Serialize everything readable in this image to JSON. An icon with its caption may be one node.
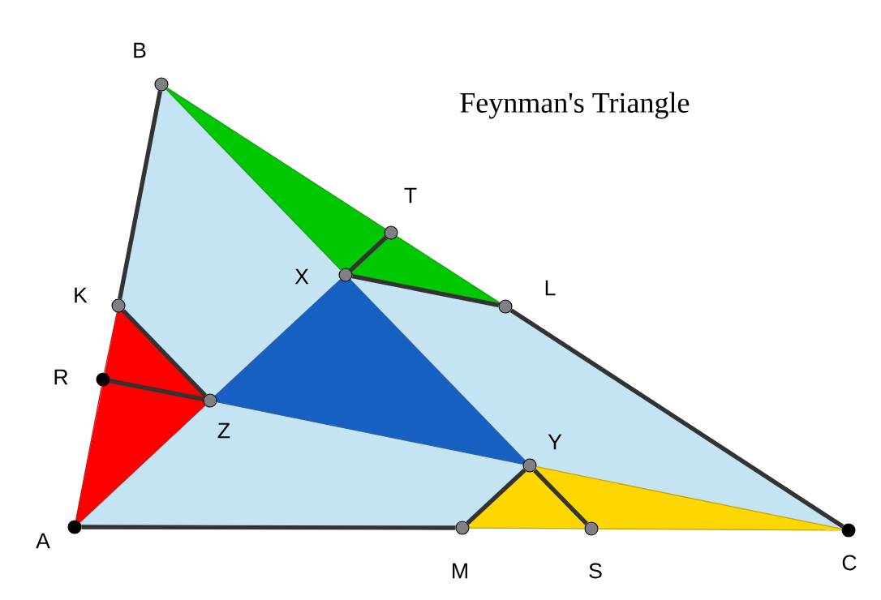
{
  "diagram": {
    "title": "Feynman's Triangle",
    "nodes": [
      {
        "text": [],
        "shape": "circle",
        "beside": [
          "B"
        ]
      },
      {
        "text": [],
        "shape": "circle",
        "beside": [
          "T"
        ]
      },
      {
        "text": [],
        "shape": "circle",
        "beside": [
          "X"
        ]
      },
      {
        "text": [],
        "shape": "circle",
        "beside": [
          "K"
        ]
      },
      {
        "text": [],
        "shape": "circle",
        "beside": [
          "L"
        ]
      },
      {
        "text": [],
        "shape": "circle",
        "beside": [
          "R"
        ]
      },
      {
        "text": [],
        "shape": "circle",
        "beside": [
          "Z"
        ]
      },
      {
        "text": [],
        "shape": "circle",
        "beside": [
          "Y"
        ]
      },
      {
        "text": [],
        "shape": "circle",
        "beside": [
          "A"
        ]
      },
      {
        "text": [],
        "shape": "circle",
        "beside": [
          "M"
        ]
      },
      {
        "text": [],
        "shape": "circle",
        "beside": [
          "S"
        ]
      },
      {
        "text": [],
        "shape": "circle",
        "beside": [
          "C"
        ]
      }
    ],
    "edges": [
      {
        "from": 0,
        "to": 3,
        "arrow": "none",
        "style": "thick"
      },
      {
        "from": 3,
        "to": 6,
        "arrow": "none",
        "style": "thick"
      },
      {
        "from": 5,
        "to": 6,
        "arrow": "none",
        "style": "thick"
      },
      {
        "from": 2,
        "to": 1,
        "arrow": "none",
        "style": "thick"
      },
      {
        "from": 2,
        "to": 4,
        "arrow": "none",
        "style": "thick"
      },
      {
        "from": 4,
        "to": 11,
        "arrow": "none",
        "style": "thick"
      },
      {
        "from": 8,
        "to": 9,
        "arrow": "none",
        "style": "thick"
      },
      {
        "from": 9,
        "to": 7,
        "arrow": "none",
        "style": "thick"
      },
      {
        "from": 7,
        "to": 10,
        "arrow": "none",
        "style": "thick"
      },
      {
        "from": 8,
        "to": 5,
        "arrow": "none",
        "color": "#c81414"
      },
      {
        "from": 5,
        "to": 3,
        "arrow": "none",
        "color": "#c81414"
      },
      {
        "from": 8,
        "to": 6,
        "arrow": "none",
        "color": "#c81414"
      },
      {
        "from": 0,
        "to": 1,
        "arrow": "none",
        "color": "#1a9e1a"
      },
      {
        "from": 1,
        "to": 4,
        "arrow": "none",
        "color": "#1a9e1a"
      },
      {
        "from": 0,
        "to": 2,
        "arrow": "none",
        "color": "#1a9e1a"
      },
      {
        "from": 6,
        "to": 2,
        "arrow": "none",
        "color": "#2a60a8"
      },
      {
        "from": 2,
        "to": 7,
        "arrow": "none",
        "color": "#2a60a8"
      },
      {
        "from": 6,
        "to": 7,
        "arrow": "none",
        "color": "#2a60a8"
      },
      {
        "from": 7,
        "to": 11,
        "arrow": "none",
        "color": "#c8a400"
      },
      {
        "from": 9,
        "to": 10,
        "arrow": "none",
        "color": "#c8a400"
      },
      {
        "from": 10,
        "to": 11,
        "arrow": "none",
        "color": "#c8a400"
      }
    ]
  }
}
